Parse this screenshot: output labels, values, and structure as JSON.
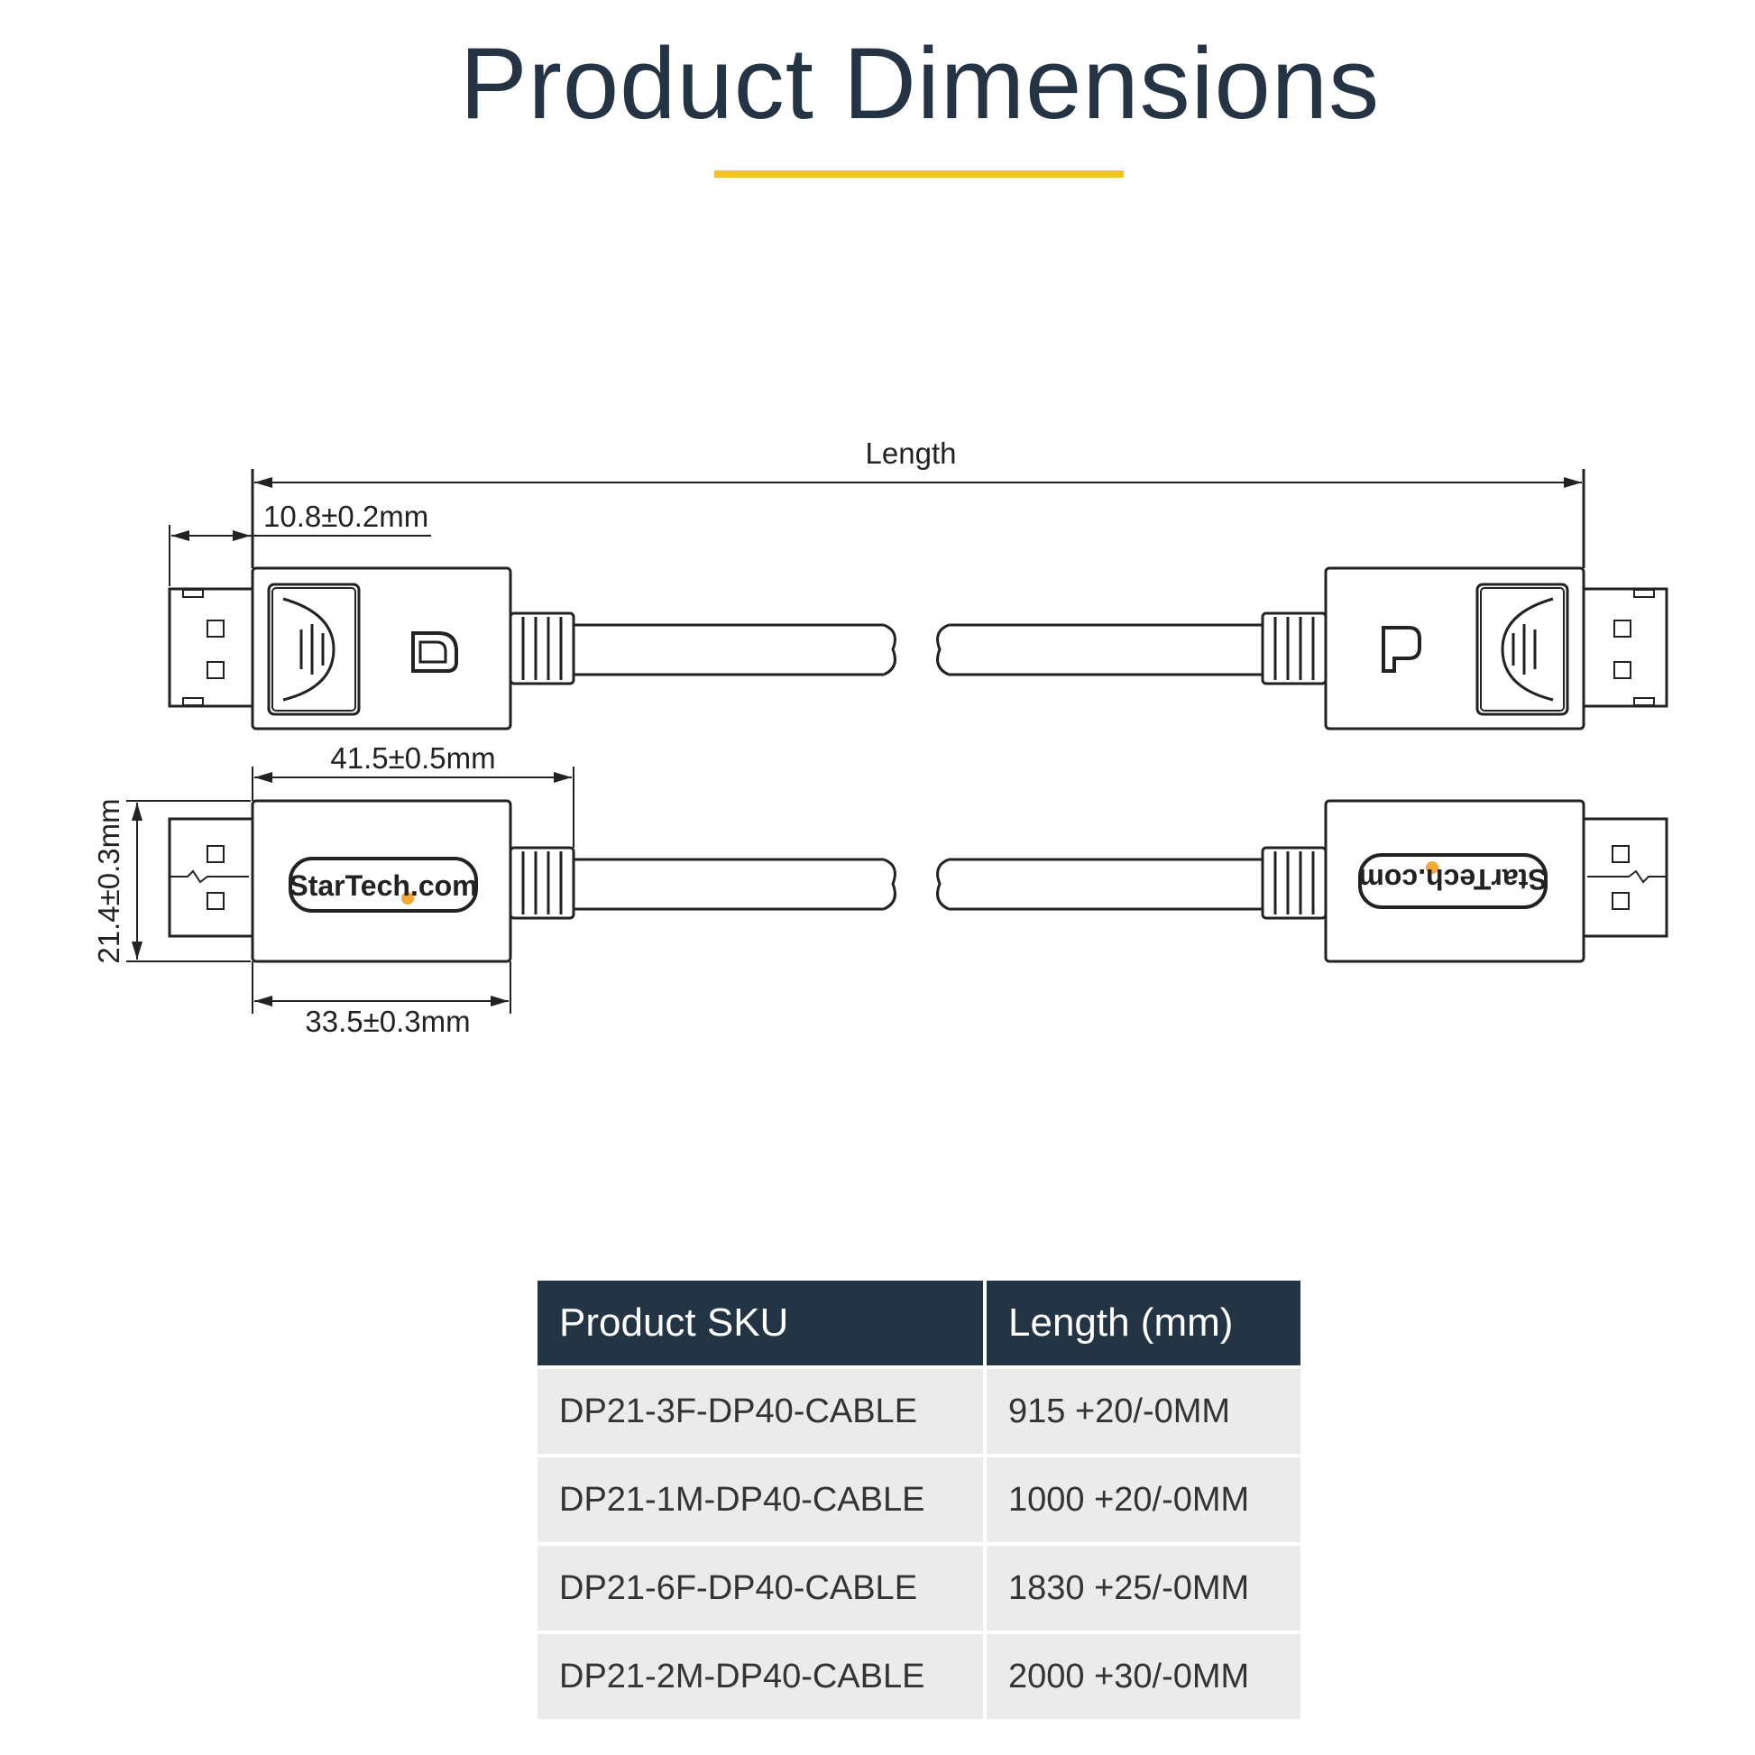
{
  "header": {
    "title": "Product Dimensions",
    "accent_color": "#f2c12e"
  },
  "diagram": {
    "length_label": "Length",
    "dim_tip_width": "10.8±0.2mm",
    "dim_overall_connector": "41.5±0.5mm",
    "dim_height": "21.4±0.3mm",
    "dim_housing_length": "33.5±0.3mm",
    "brand_left": "StarTech.com",
    "brand_right": "StarTech.com"
  },
  "table": {
    "headers": [
      "Product SKU",
      "Length (mm)"
    ],
    "header_bg": "#233445",
    "rows": [
      [
        "DP21-3F-DP40-CABLE",
        "915 +20/-0MM"
      ],
      [
        "DP21-1M-DP40-CABLE",
        "1000 +20/-0MM"
      ],
      [
        "DP21-6F-DP40-CABLE",
        "1830 +25/-0MM"
      ],
      [
        "DP21-2M-DP40-CABLE",
        "2000 +30/-0MM"
      ]
    ]
  }
}
